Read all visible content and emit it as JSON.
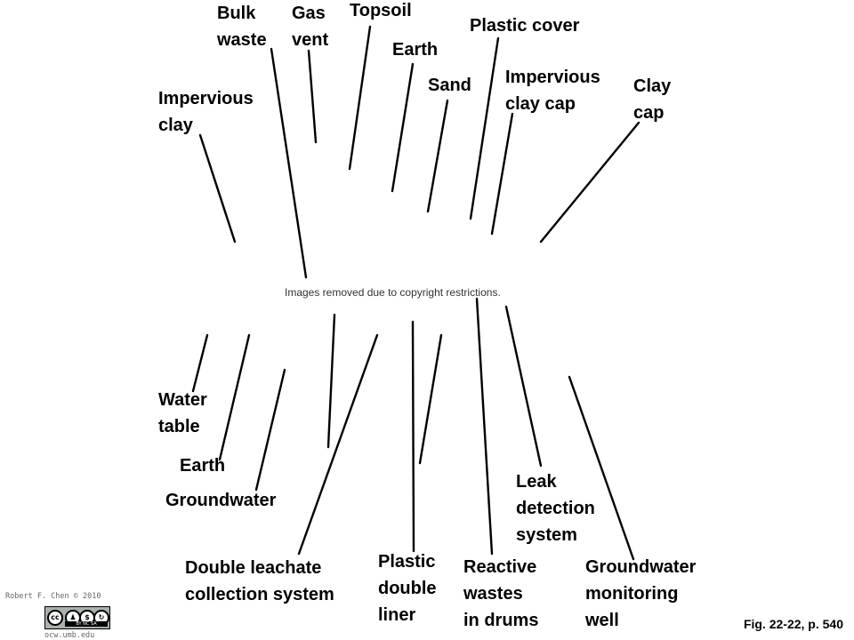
{
  "labels": {
    "bulk_waste": "Bulk\nwaste",
    "gas_vent": "Gas\nvent",
    "topsoil": "Topsoil",
    "plastic_cover": "Plastic cover",
    "earth_top": "Earth",
    "sand": "Sand",
    "impervious_clay_cap": "Impervious\nclay cap",
    "clay_cap": "Clay\ncap",
    "impervious_clay": "Impervious\nclay",
    "water_table": "Water\ntable",
    "earth_bottom": "Earth",
    "groundwater": "Groundwater",
    "double_leachate": "Double leachate\ncollection system",
    "plastic_double_liner": "Plastic\ndouble\nliner",
    "reactive_wastes": "Reactive\nwastes\nin drums",
    "leak_detection": "Leak\ndetection\nsystem",
    "groundwater_well": "Groundwater\nmonitoring\nwell"
  },
  "notice": "Images removed due to copyright restrictions.",
  "credit": {
    "author": "Robert F. Chen © 2010",
    "site": "ocw.umb.edu",
    "license_icons": [
      "cc",
      "by",
      "nc",
      "sa"
    ],
    "license_text": "BY NC SA"
  },
  "figure_caption": "Fig. 22-22, p. 540",
  "colors": {
    "text": "#000000",
    "lines": "#000000",
    "notice": "#333333"
  }
}
